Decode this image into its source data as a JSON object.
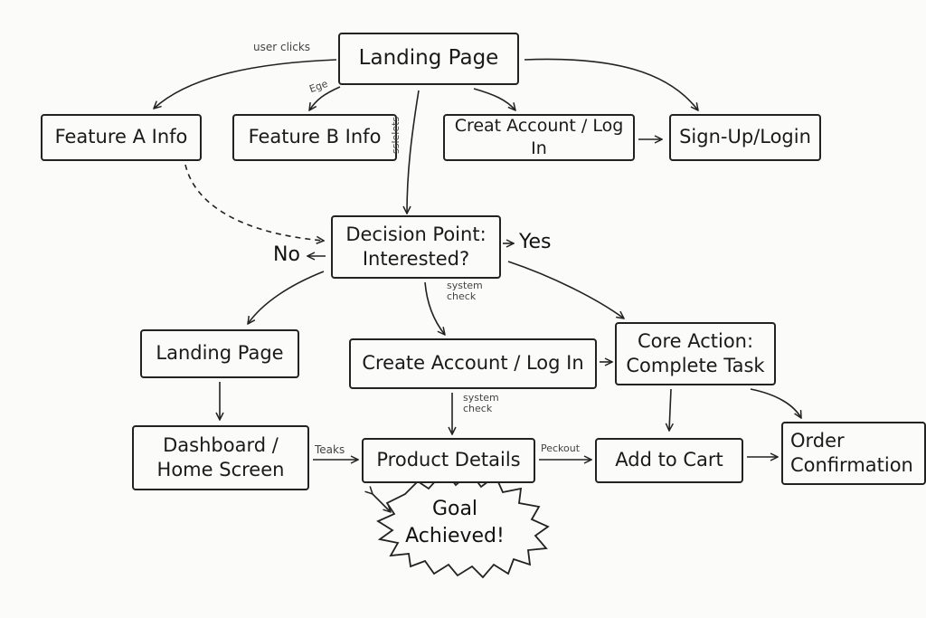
{
  "nodes": {
    "landing_top": "Landing Page",
    "feature_a": "Feature A Info",
    "feature_b": "Feature B Info",
    "creat_account": "Creat Account / Log In",
    "signup": "Sign-Up/Login",
    "decision": "Decision Point:\nInterested?",
    "landing_mid": "Landing Page",
    "create_account": "Create Account / Log In",
    "core_action": "Core Action:\nComplete Task",
    "dashboard": "Dashboard /\nHome Screen",
    "product": "Product Details",
    "cart": "Add to Cart",
    "order": "Order\nConfirmation",
    "goal": "Goal\nAchieved!"
  },
  "labels": {
    "user_clicks": "user clicks",
    "ege": "Ege",
    "sslelets": "sslelets",
    "no": "No",
    "yes": "Yes",
    "system_check_1": "system\ncheck",
    "system_check_2": "system\ncheck",
    "teaks": "Teaks",
    "peckout": "Peckout"
  }
}
